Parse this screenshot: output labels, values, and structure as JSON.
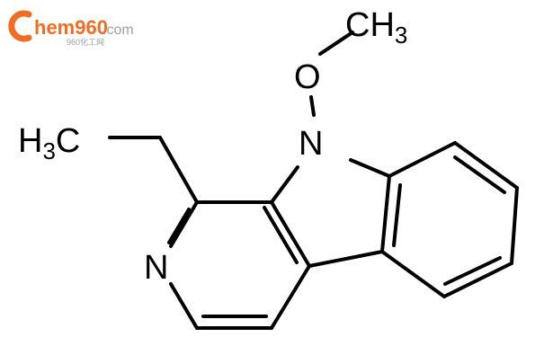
{
  "watermark": {
    "brand": "hem960",
    "domain": ".com",
    "tagline": "960化工网",
    "accent_color": "#f26d21",
    "secondary_color": "#9aa0a6"
  },
  "molecule": {
    "atoms": {
      "ch3_top": {
        "main": "CH",
        "sub": "3"
      },
      "oxygen": "O",
      "nitrogen_indole": "N",
      "h3c_left": {
        "main": "H",
        "sub": "3",
        "tail": "C"
      },
      "nitrogen_pyridine": "N"
    }
  }
}
